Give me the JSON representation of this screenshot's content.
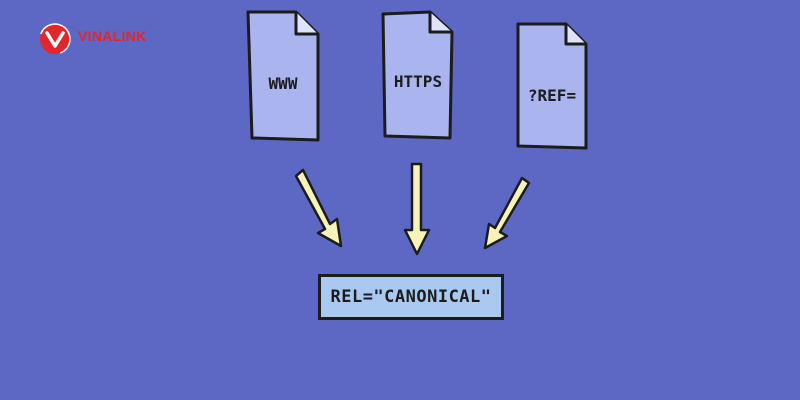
{
  "brand": {
    "name": "VINALINK",
    "color": "#e3262b",
    "icon": "vinalink-logo-icon"
  },
  "diagram": {
    "background": "#5c68c4",
    "documents": [
      {
        "label": "WWW",
        "icon": "document-icon"
      },
      {
        "label": "HTTPS",
        "icon": "document-icon"
      },
      {
        "label": "?REF=",
        "icon": "document-icon"
      }
    ],
    "arrows": [
      {
        "icon": "arrow-down-right-icon"
      },
      {
        "icon": "arrow-down-icon"
      },
      {
        "icon": "arrow-down-left-icon"
      }
    ],
    "target": {
      "label": "REL=\"CANONICAL\""
    },
    "colors": {
      "document_fill": "#aab4ee",
      "target_fill": "#a9c9f0",
      "arrow_fill": "#f7f2b8",
      "outline": "#1c1c1c"
    }
  }
}
